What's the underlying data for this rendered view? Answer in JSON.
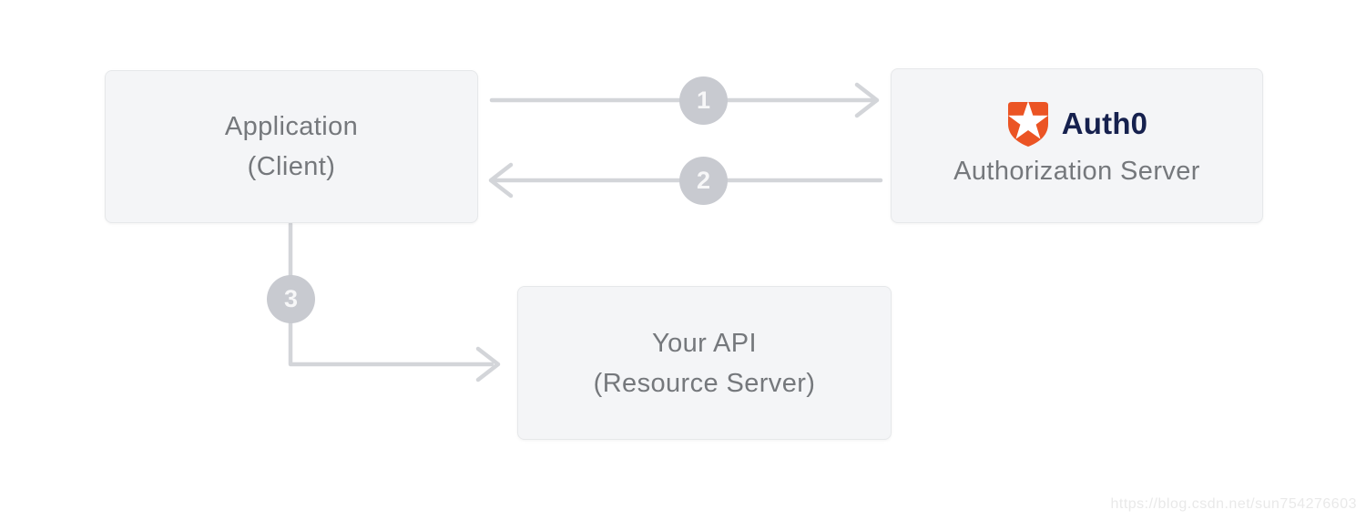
{
  "diagram": {
    "nodes": {
      "application": {
        "title": "Application",
        "subtitle": "(Client)"
      },
      "auth0": {
        "brand": "Auth0",
        "subtitle": "Authorization Server"
      },
      "api": {
        "title": "Your API",
        "subtitle": "(Resource Server)"
      }
    },
    "steps": {
      "step1": "1",
      "step2": "2",
      "step3": "3"
    },
    "colors": {
      "auth0_brand_orange": "#eb5424",
      "auth0_brand_navy": "#16214e",
      "box_fill": "#f4f5f7",
      "box_border": "#e6e8ea",
      "box_text_gray": "#75787c",
      "arrow_gray": "#d3d5d9",
      "step_circle_gray": "#c8cad0"
    }
  },
  "watermark": {
    "text": "https://blog.csdn.net/sun754276603"
  }
}
